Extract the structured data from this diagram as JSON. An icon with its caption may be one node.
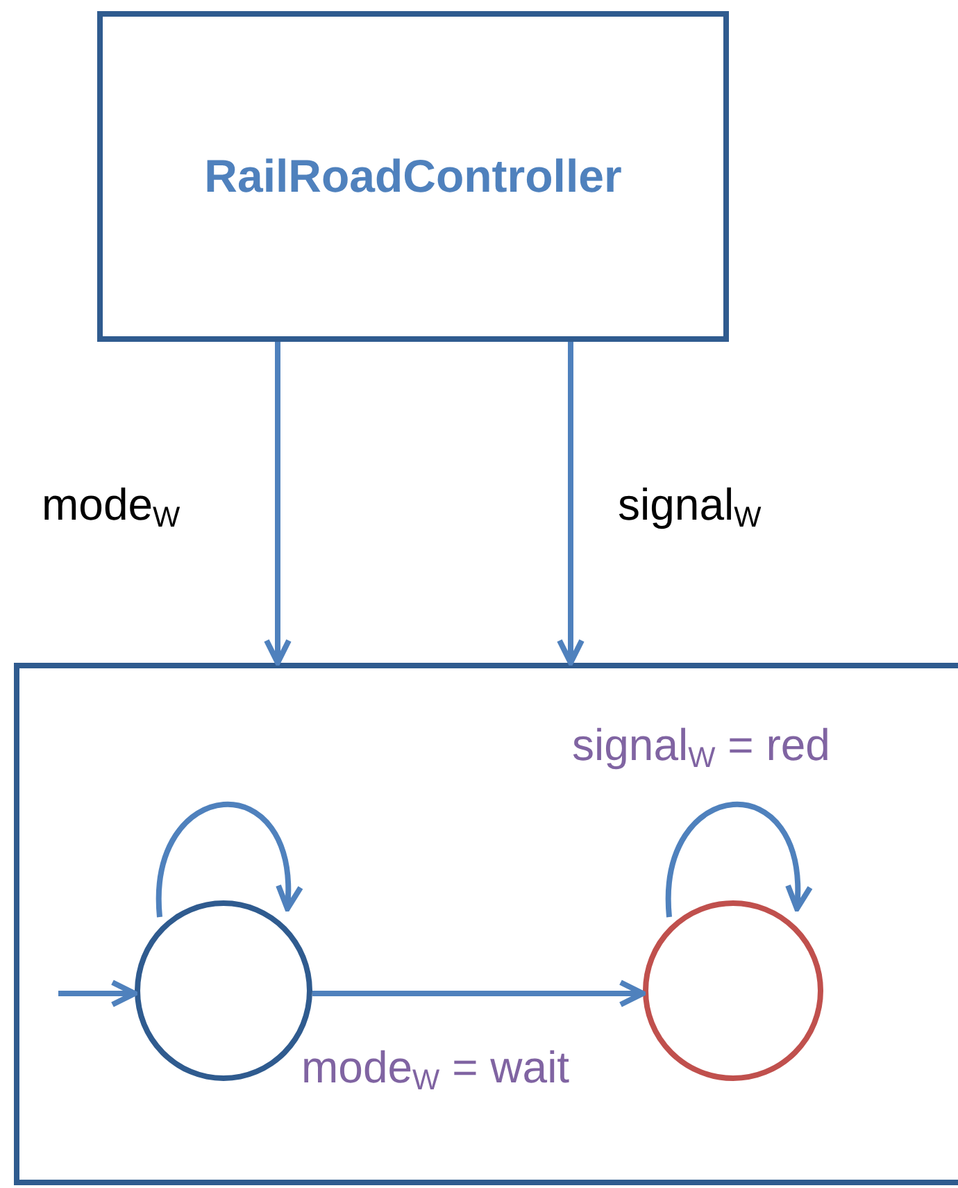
{
  "diagram": {
    "nodes": [
      {
        "text": [
          "RailRoadController"
        ]
      },
      {
        "text": [],
        "shape": "box"
      },
      {
        "text": [],
        "shape": "circle",
        "in": 1
      },
      {
        "text": [],
        "shape": "circle",
        "in": 1
      }
    ],
    "edges": [
      {
        "from": 0,
        "to": 1,
        "arrow": "to",
        "label": "mode$_{W}$"
      },
      {
        "from": 0,
        "to": 1,
        "arrow": "to",
        "label": "signal$_{W}$"
      },
      {
        "from": 2,
        "to": 2,
        "arrow": "to"
      },
      {
        "from": 3,
        "to": 3,
        "arrow": "to",
        "label": "signal$_{W}$  = red"
      },
      {
        "from": null,
        "to": 2,
        "arrow": "to"
      },
      {
        "from": 2,
        "to": 3,
        "arrow": "to",
        "label": "mode$_{W}$ = wait"
      }
    ]
  }
}
